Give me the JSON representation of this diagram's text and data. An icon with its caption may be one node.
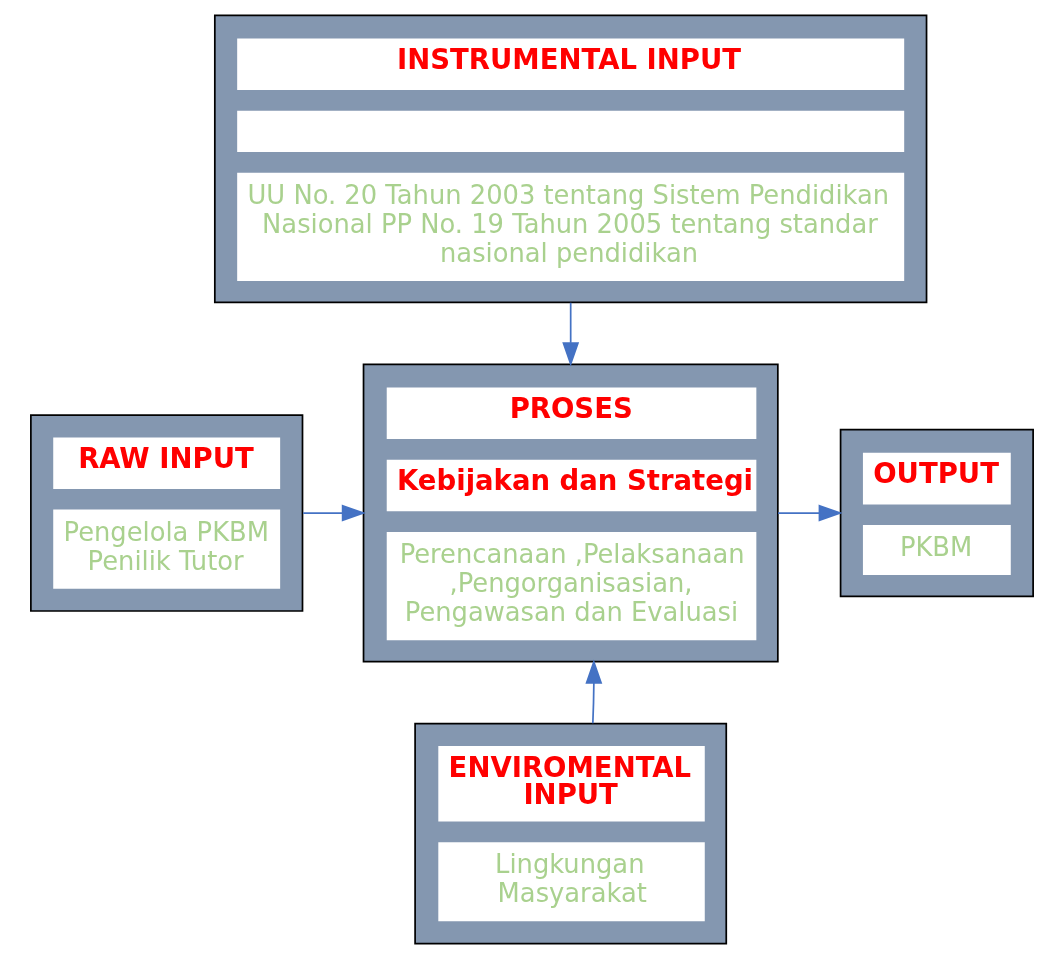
{
  "diagram": {
    "nodes": [
      {
        "text": [
          "INSTRUMENTAL INPUT",
          "UU No. 20 Tahun 2003 tentang Sistem Pendidikan Nasional PP No. 19 Tahun 2005 tentang standar nasional pendidikan"
        ]
      },
      {
        "text": [
          "RAW INPUT",
          "Pengelola PKBM Penilik Tutor"
        ]
      },
      {
        "text": [
          "PROSES",
          "Kebijakan dan Strategi",
          "Perencanaan ,Pelaksanaan ,Pengorganisasian, Pengawasan dan Evaluasi"
        ]
      },
      {
        "text": [
          "OUTPUT",
          "PKBM"
        ]
      },
      {
        "text": [
          "ENVIROMENTAL INPUT",
          "Lingkungan Masyarakat"
        ]
      }
    ],
    "edges": [
      {
        "from": 0,
        "to": 2,
        "arrow": "to"
      },
      {
        "from": 1,
        "to": 2,
        "arrow": "to"
      },
      {
        "from": 2,
        "to": 3,
        "arrow": "to"
      },
      {
        "from": 4,
        "to": 2,
        "arrow": "to"
      }
    ]
  }
}
